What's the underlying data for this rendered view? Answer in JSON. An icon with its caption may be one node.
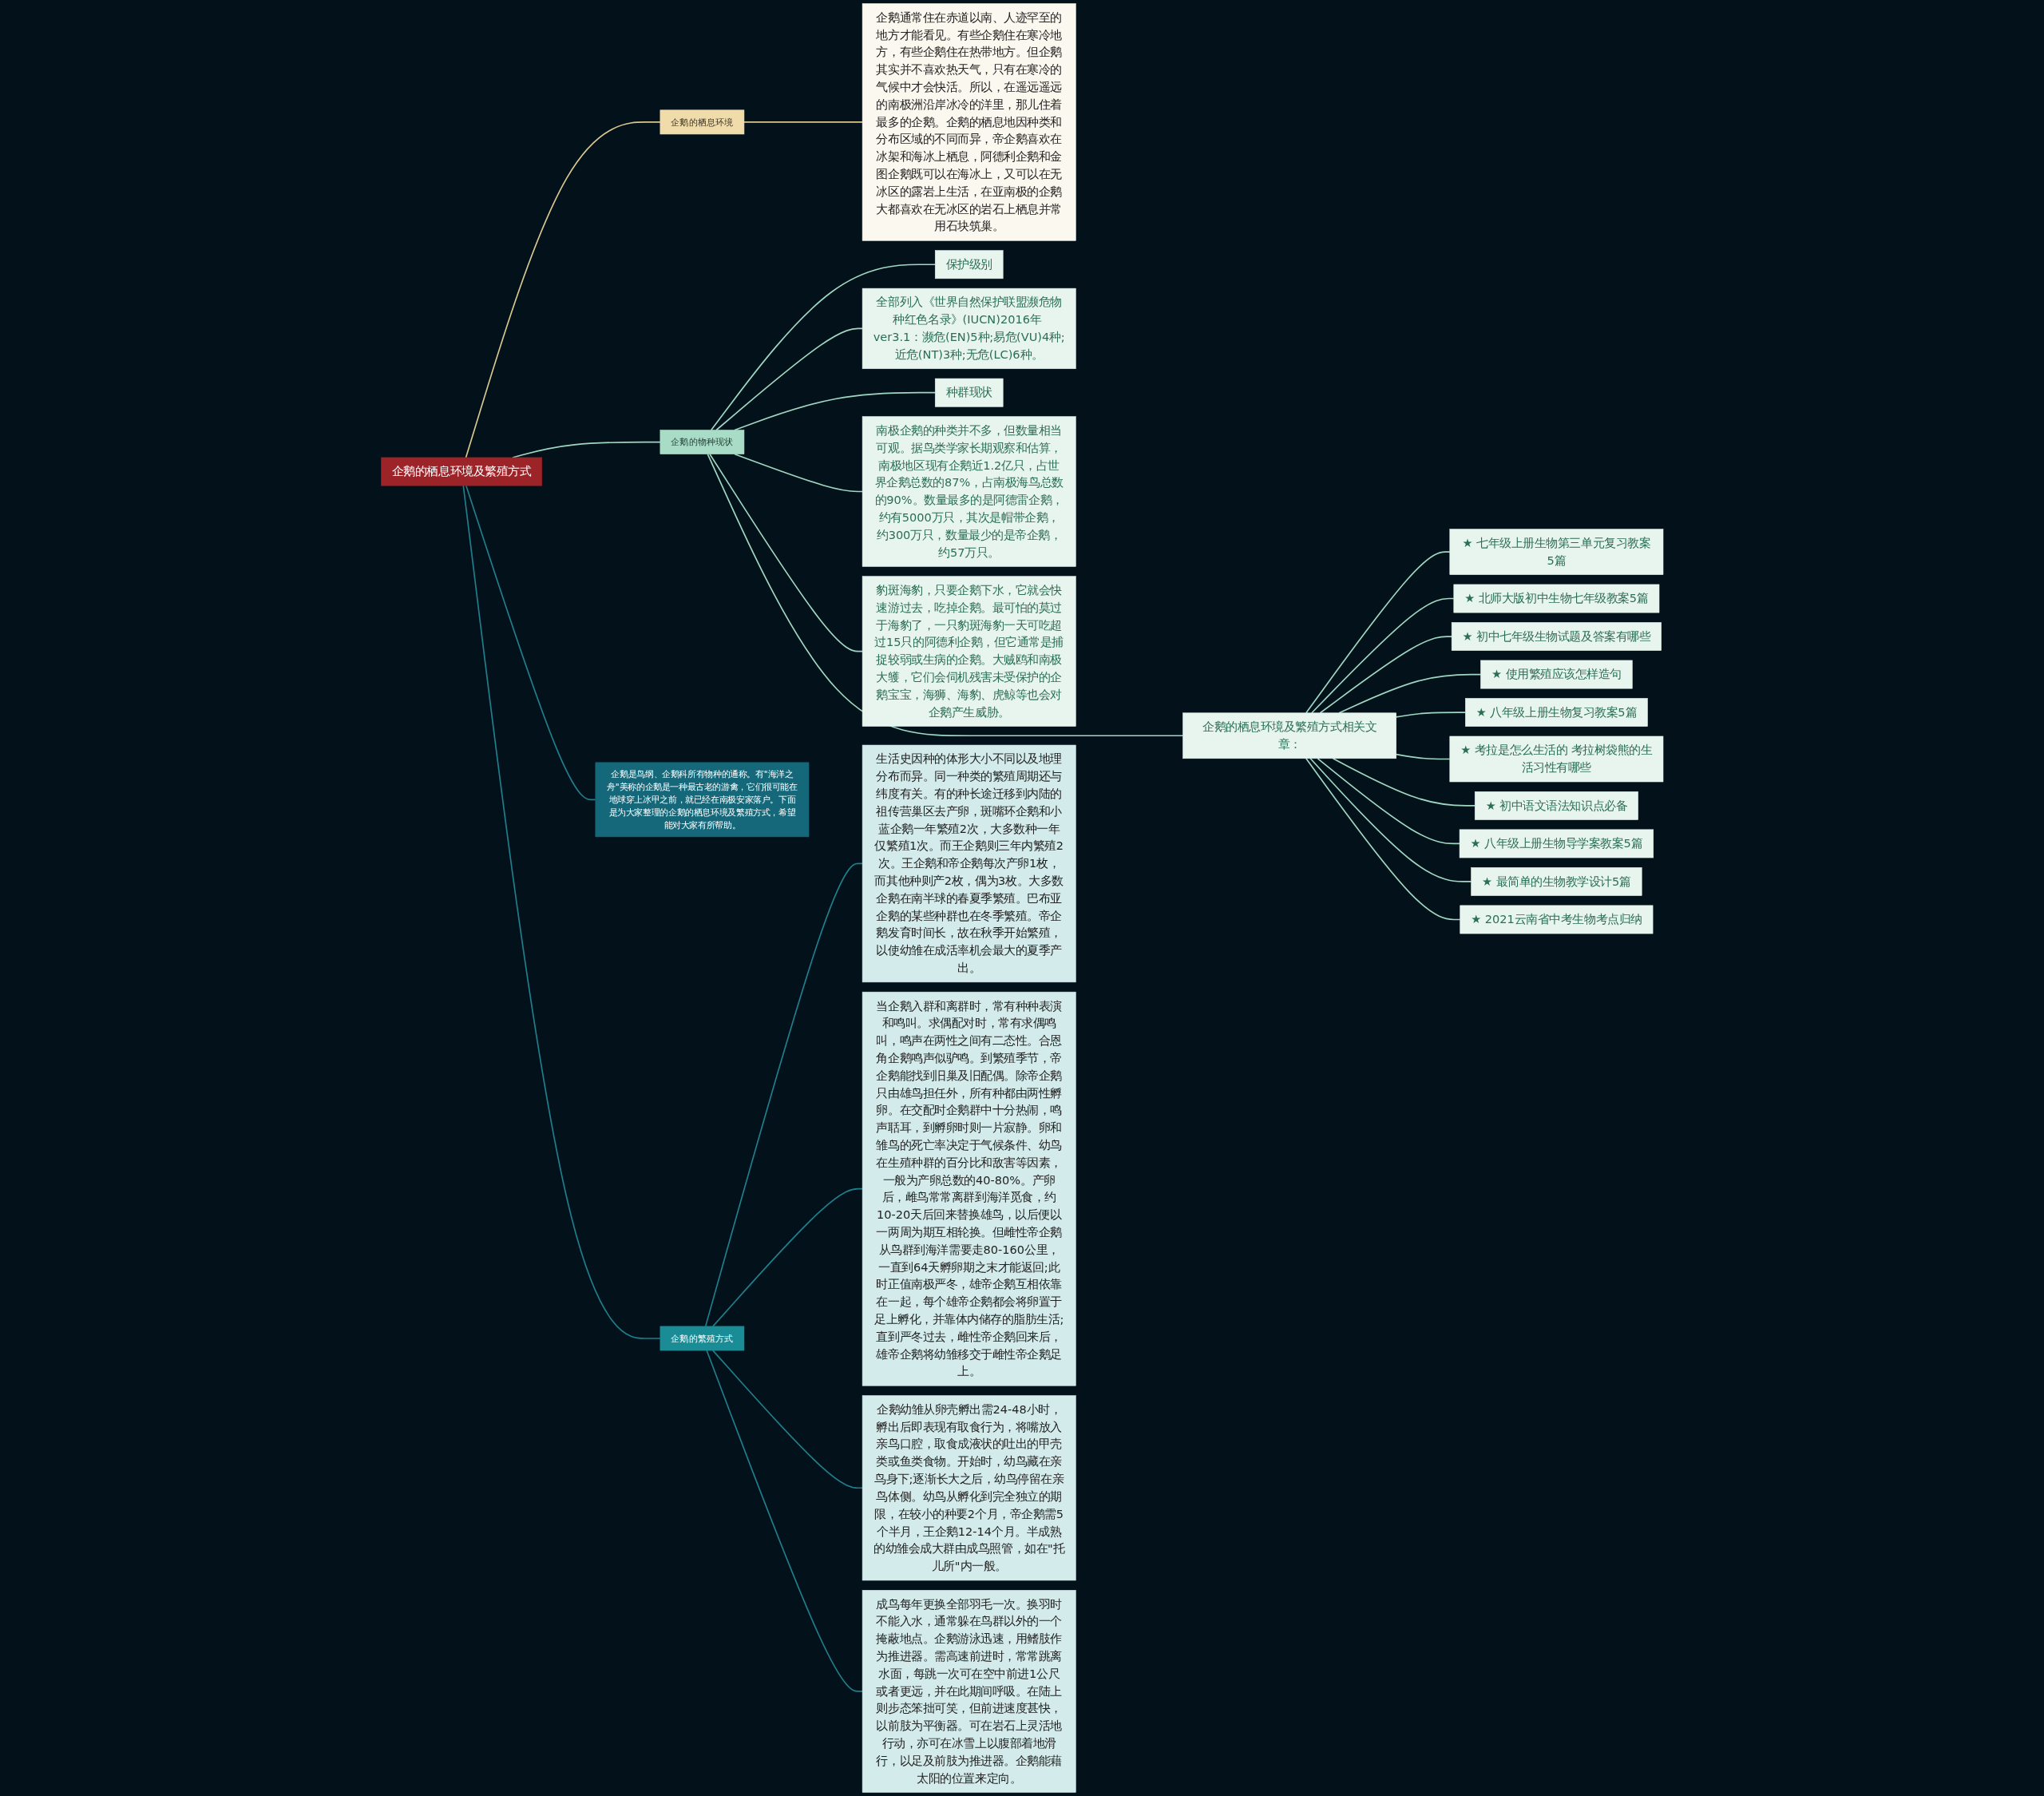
{
  "diagram": {
    "nodes": [
      {
        "text": [
          "企鹅的栖息环境及繁殖方式"
        ]
      },
      {
        "text": [
          "企鹅的栖息环境"
        ]
      },
      {
        "text": [
          "企鹅通常住在赤道以南、人迹罕至的地方才能看见。有些企鹅住在寒冷地方，有些企鹅住在热带地方。但企鹅其实并不喜欢热天气，只有在寒冷的气候中才会快活。所以，在遥远遥远的南极洲沿岸冰冷的洋里，那儿住着最多的企鹅。企鹅的栖息地因种类和分布区域的不同而异，帝企鹅喜欢在冰架和海冰上栖息，阿德利企鹅和金图企鹅既可以在海冰上，又可以在无冰区的露岩上生活，在亚南极的企鹅大都喜欢在无冰区的岩石上栖息并常用石块筑巢。"
        ]
      },
      {
        "text": [
          "企鹅的物种现状"
        ]
      },
      {
        "text": [
          "保护级别"
        ]
      },
      {
        "text": [
          "全部列入《世界自然保护联盟濒危物种红色名录》(IUCN)2016年 ver3.1：濒危(EN)5种;易危(VU)4种;近危(NT)3种;无危(LC)6种。"
        ]
      },
      {
        "text": [
          "种群现状"
        ]
      },
      {
        "text": [
          "南极企鹅的种类并不多，但数量相当可观。据鸟类学家长期观察和估算，南极地区现有企鹅近1.2亿只，占世界企鹅总数的87%，占南极海鸟总数的90%。数量最多的是阿德雷企鹅，约有5000万只，其次是帽带企鹅，约300万只，数量最少的是帝企鹅，约57万只。"
        ]
      },
      {
        "text": [
          "豹斑海豹，只要企鹅下水，它就会快速游过去，吃掉企鹅。最可怕的莫过于海豹了，一只豹斑海豹一天可吃超过15只的阿德利企鹅，但它通常是捕捉较弱或生病的企鹅。大贼鸥和南极大鹱，它们会伺机残害未受保护的企鹅宝宝，海狮、海豹、虎鲸等也会对企鹅产生威胁。"
        ]
      },
      {
        "text": [
          "企鹅的栖息环境及繁殖方式相关文章："
        ]
      },
      {
        "text": [
          "★ 七年级上册生物第三单元复习教案5篇"
        ]
      },
      {
        "text": [
          "★ 北师大版初中生物七年级教案5篇"
        ]
      },
      {
        "text": [
          "★ 初中七年级生物试题及答案有哪些"
        ]
      },
      {
        "text": [
          "★ 使用繁殖应该怎样造句"
        ]
      },
      {
        "text": [
          "★ 八年级上册生物复习教案5篇"
        ]
      },
      {
        "text": [
          "★ 考拉是怎么生活的 考拉树袋熊的生活习性有哪些"
        ]
      },
      {
        "text": [
          "★ 初中语文语法知识点必备"
        ]
      },
      {
        "text": [
          "★ 八年级上册生物导学案教案5篇"
        ]
      },
      {
        "text": [
          "★ 最简单的生物教学设计5篇"
        ]
      },
      {
        "text": [
          "★ 2021云南省中考生物考点归纳"
        ]
      },
      {
        "text": [
          "企鹅是鸟纲、企鹅科所有物种的通称。有\"海洋之舟\"美称的企鹅是一种最古老的游禽，它们很可能在地球穿上冰甲之前，就已经在南极安家落户。下面是为大家整理的企鹅的栖息环境及繁殖方式，希望能对大家有所帮助。"
        ]
      },
      {
        "text": [
          "企鹅的繁殖方式"
        ]
      },
      {
        "text": [
          "生活史因种的体形大小不同以及地理分布而异。同一种类的繁殖周期还与纬度有关。有的种长途迁移到内陆的祖传营巢区去产卵，斑嘴环企鹅和小蓝企鹅一年繁殖2次，大多数种一年仅繁殖1次。而王企鹅则三年内繁殖2次。王企鹅和帝企鹅每次产卵1枚，而其他种则产2枚，偶为3枚。大多数企鹅在南半球的春夏季繁殖。巴布亚企鹅的某些种群也在冬季繁殖。帝企鹅发育时间长，故在秋季开始繁殖，以使幼雏在成活率机会最大的夏季产出。"
        ]
      },
      {
        "text": [
          "当企鹅入群和离群时，常有种种表演和鸣叫。求偶配对时，常有求偶鸣叫，鸣声在两性之间有二态性。合恩角企鹅鸣声似驴鸣。到繁殖季节，帝企鹅能找到旧巢及旧配偶。除帝企鹅只由雄鸟担任外，所有种都由两性孵卵。在交配时企鹅群中十分热闹，鸣声聒耳，到孵卵时则一片寂静。卵和雏鸟的死亡率决定于气候条件、幼鸟在生殖种群的百分比和敌害等因素，一般为产卵总数的40-80%。产卵后，雌鸟常常离群到海洋觅食，约10-20天后回来替换雄鸟，以后便以一两周为期互相轮换。但雌性帝企鹅从鸟群到海洋需要走80-160公里，一直到64天孵卵期之末才能返回;此时正值南极严冬，雄帝企鹅互相依靠在一起，每个雄帝企鹅都会将卵置于足上孵化，并靠体内储存的脂肪生活;直到严冬过去，雌性帝企鹅回来后，雄帝企鹅将幼雏移交于雌性帝企鹅足上。"
        ]
      },
      {
        "text": [
          "企鹅幼雏从卵壳孵出需24-48小时，孵出后即表现有取食行为，将嘴放入亲鸟口腔，取食成液状的吐出的甲壳类或鱼类食物。开始时，幼鸟藏在亲鸟身下;逐渐长大之后，幼鸟停留在亲鸟体侧。幼鸟从孵化到完全独立的期限，在较小的种要2个月，帝企鹅需5个半月，王企鹅12-14个月。半成熟的幼雏会成大群由成鸟照管，如在\"托儿所\"内一般。"
        ]
      },
      {
        "text": [
          "成鸟每年更换全部羽毛一次。换羽时不能入水，通常躲在鸟群以外的一个掩蔽地点。企鹅游泳迅速，用鳍肢作为推进器。需高速前进时，常常跳离水面，每跳一次可在空中前进1公尺或者更远，并在此期间呼吸。在陆上则步态笨拙可笑，但前进速度甚快，以前肢为平衡器。可在岩石上灵活地行动，亦可在冰雪上以腹部着地滑行，以足及前肢为推进器。企鹅能藉太阳的位置来定向。"
        ]
      }
    ],
    "edges": [
      {
        "from": 0,
        "to": 1,
        "arrow": "none",
        "color": "#d8c890"
      },
      {
        "from": 1,
        "to": 2,
        "arrow": "none",
        "color": "#d8c890"
      },
      {
        "from": 0,
        "to": 3,
        "arrow": "none"
      },
      {
        "from": 3,
        "to": 4,
        "arrow": "none"
      },
      {
        "from": 3,
        "to": 5,
        "arrow": "none"
      },
      {
        "from": 3,
        "to": 6,
        "arrow": "none"
      },
      {
        "from": 3,
        "to": 7,
        "arrow": "none"
      },
      {
        "from": 3,
        "to": 8,
        "arrow": "none"
      },
      {
        "from": 3,
        "to": 9,
        "arrow": "none"
      },
      {
        "from": 9,
        "to": 10,
        "arrow": "none"
      },
      {
        "from": 9,
        "to": 11,
        "arrow": "none"
      },
      {
        "from": 9,
        "to": 12,
        "arrow": "none"
      },
      {
        "from": 9,
        "to": 13,
        "arrow": "none"
      },
      {
        "from": 9,
        "to": 14,
        "arrow": "none"
      },
      {
        "from": 9,
        "to": 15,
        "arrow": "none"
      },
      {
        "from": 9,
        "to": 16,
        "arrow": "none"
      },
      {
        "from": 9,
        "to": 17,
        "arrow": "none"
      },
      {
        "from": 9,
        "to": 18,
        "arrow": "none"
      },
      {
        "from": 9,
        "to": 19,
        "arrow": "none"
      },
      {
        "from": 0,
        "to": 20,
        "arrow": "none",
        "color": "#1f7f8c"
      },
      {
        "from": 0,
        "to": 21,
        "arrow": "none",
        "color": "#1f7f8c"
      },
      {
        "from": 21,
        "to": 22,
        "arrow": "none",
        "color": "#1f7f8c"
      },
      {
        "from": 21,
        "to": 23,
        "arrow": "none",
        "color": "#1f7f8c"
      },
      {
        "from": 21,
        "to": 24,
        "arrow": "none",
        "color": "#1f7f8c"
      },
      {
        "from": 21,
        "to": 25,
        "arrow": "none",
        "color": "#1f7f8c"
      }
    ]
  }
}
